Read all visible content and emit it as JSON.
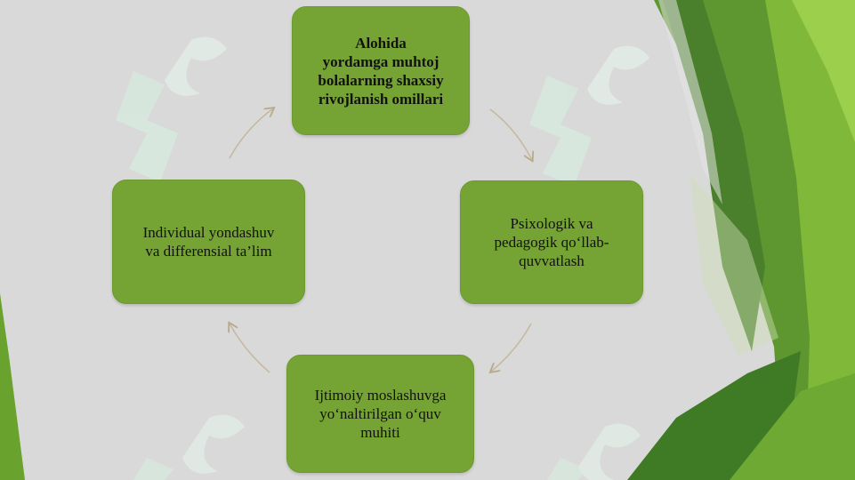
{
  "diagram": {
    "nodes": [
      {
        "id": "top",
        "lines": [
          "Alohida",
          "yordamga muhtoj",
          "bolalarning shaxsiy",
          "rivojlanish omillari"
        ]
      },
      {
        "id": "right",
        "lines": [
          "Psixologik va",
          "pedagogik qo‘llab-",
          "quvvatlash"
        ]
      },
      {
        "id": "bottom",
        "lines": [
          "Ijtimoiy moslashuvga",
          "yo‘naltirilgan o‘quv",
          "muhiti"
        ]
      },
      {
        "id": "left",
        "lines": [
          "Individual yondashuv",
          "va differensial ta’lim"
        ]
      }
    ],
    "edges": [
      {
        "from": "top",
        "to": "right"
      },
      {
        "from": "right",
        "to": "bottom"
      },
      {
        "from": "bottom",
        "to": "left"
      },
      {
        "from": "left",
        "to": "top"
      }
    ]
  },
  "theme": {
    "background": "#d9d9d9",
    "node_fill": "#76a434",
    "accent_dark": "#4f8a2a",
    "accent_light": "#8fc23f"
  }
}
